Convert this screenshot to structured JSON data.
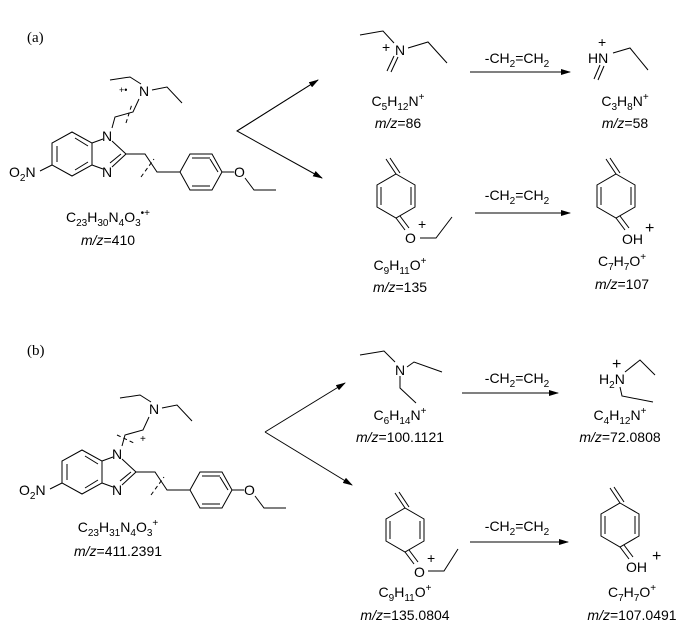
{
  "panel_a": {
    "label": "(a)",
    "parent": {
      "formula": "C23H30N4O3•+",
      "mz": "m/z=410",
      "charge": "+•",
      "o2n": "O2N",
      "n": "N",
      "o": "O"
    },
    "reaction_1": {
      "reactant": {
        "formula": "C5H12N+",
        "mz": "m/z=86",
        "atom": "N",
        "charge": "+"
      },
      "loss": "-CH2=CH2",
      "product": {
        "formula": "C3H8N+",
        "mz": "m/z=58",
        "atom": "HN",
        "charge": "+"
      }
    },
    "reaction_2": {
      "reactant": {
        "formula": "C9H11O+",
        "mz": "m/z=135",
        "atom": "O",
        "charge": "+"
      },
      "loss": "-CH2=CH2",
      "product": {
        "formula": "C7H7O+",
        "mz": "m/z=107",
        "atom": "OH",
        "charge": "+"
      }
    }
  },
  "panel_b": {
    "label": "(b)",
    "parent": {
      "formula": "C23H31N4O3+",
      "mz": "m/z=411.2391",
      "charge": "+",
      "o2n": "O2N",
      "n": "N",
      "o": "O"
    },
    "reaction_1": {
      "reactant": {
        "formula": "C6H14N+",
        "mz": "m/z=100.1121",
        "atom": "N"
      },
      "loss": "-CH2=CH2",
      "product": {
        "formula": "C4H12N+",
        "mz": "m/z=72.0808",
        "atom": "H2N",
        "charge": "+"
      }
    },
    "reaction_2": {
      "reactant": {
        "formula": "C9H11O+",
        "mz": "m/z=135.0804",
        "atom": "O",
        "charge": "+"
      },
      "loss": "-CH2=CH2",
      "product": {
        "formula": "C7H7O+",
        "mz": "m/z=107.0491",
        "atom": "OH",
        "charge": "+"
      }
    }
  }
}
